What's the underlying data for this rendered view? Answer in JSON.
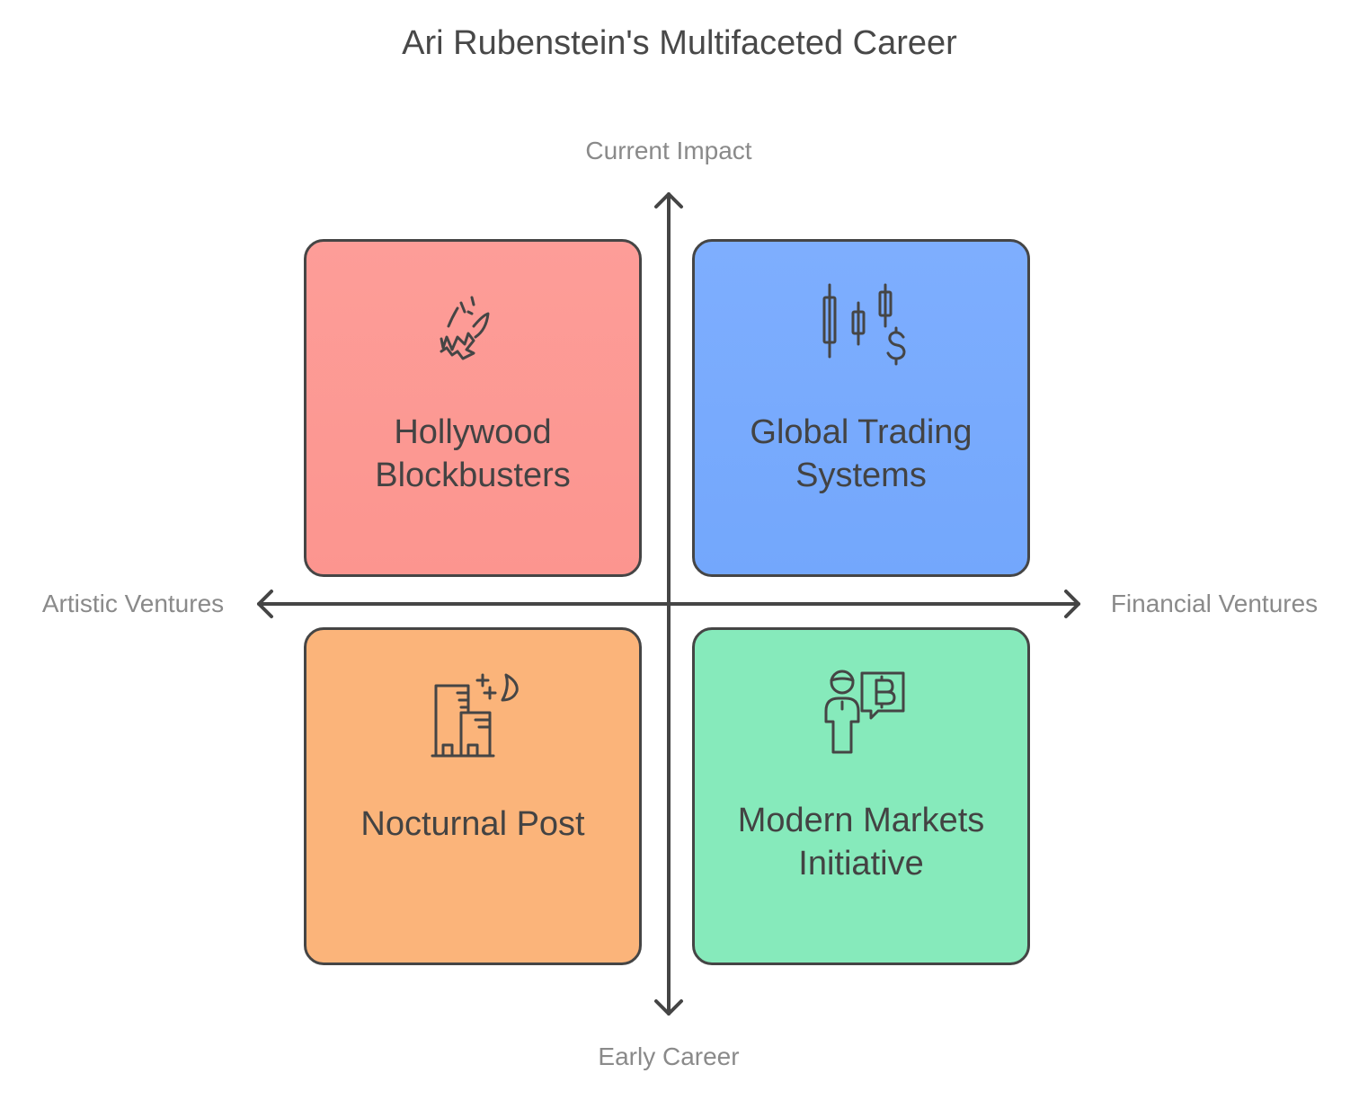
{
  "title": "Ari Rubenstein's Multifaceted Career",
  "axes": {
    "top": "Current Impact",
    "bottom": "Early Career",
    "left": "Artistic Ventures",
    "right": "Financial Ventures"
  },
  "quadrants": {
    "top_left": {
      "line1": "Hollywood",
      "line2": "Blockbusters",
      "icon": "explosion-icon",
      "color": "#fd9d98"
    },
    "top_right": {
      "line1": "Global Trading",
      "line2": "Systems",
      "icon": "candlestick-dollar-icon",
      "color": "#7eaefe"
    },
    "bottom_left": {
      "line1": "Nocturnal Post",
      "icon": "night-city-icon",
      "color": "#fbb47a"
    },
    "bottom_right": {
      "line1": "Modern Markets",
      "line2": "Initiative",
      "icon": "person-bitcoin-icon",
      "color": "#86eabb"
    }
  }
}
